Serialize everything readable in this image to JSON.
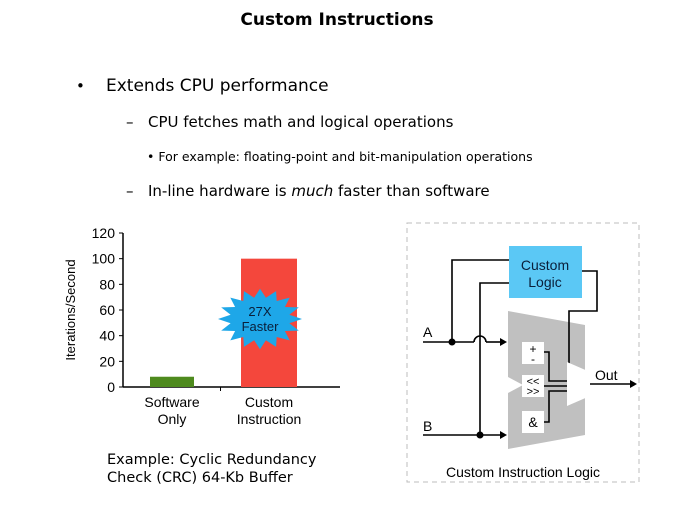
{
  "slide": {
    "title": "Custom Instructions",
    "bullets": {
      "level1_mark": "•",
      "level1": "Extends CPU performance",
      "dash_mark": "–",
      "sub1": "CPU fetches math and logical operations",
      "sub1_example": "• For example: floating-point and bit-manipulation operations",
      "sub2_before": "In-line hardware is ",
      "sub2_em": "much",
      "sub2_after": " faster than software"
    },
    "example_line1": "Example: Cyclic Redundancy",
    "example_line2": "Check (CRC) 64-Kb Buffer"
  },
  "chart_data": {
    "type": "bar",
    "title": "",
    "xlabel": "",
    "ylabel": "Iterations/Second",
    "categories": [
      "Software Only",
      "Custom Instruction"
    ],
    "category_lines": [
      [
        "Software",
        "Only"
      ],
      [
        "Custom",
        "Instruction"
      ]
    ],
    "values": [
      8,
      100
    ],
    "colors": [
      "#4E8A1E",
      "#F4473C"
    ],
    "ylim": [
      0,
      120
    ],
    "yticks": [
      0,
      20,
      40,
      60,
      80,
      100,
      120
    ],
    "grid": false,
    "annotation": {
      "lines": [
        "27X",
        "Faster"
      ],
      "color": "#1EA7E8",
      "target_category": "Custom Instruction"
    }
  },
  "diagram": {
    "caption": "Custom Instruction Logic",
    "custom_logic_lines": [
      "Custom",
      "Logic"
    ],
    "custom_logic_color": "#5BC8F5",
    "input_a": "A",
    "input_b": "B",
    "output": "Out",
    "ops": [
      "±",
      "<<\n>>",
      "&"
    ],
    "op_plusminus_top": "+",
    "op_plusminus_bottom": "-",
    "op_shift_top": "<<",
    "op_shift_bottom": ">>",
    "op_and": "&",
    "alu_color": "#C0C0C0"
  }
}
